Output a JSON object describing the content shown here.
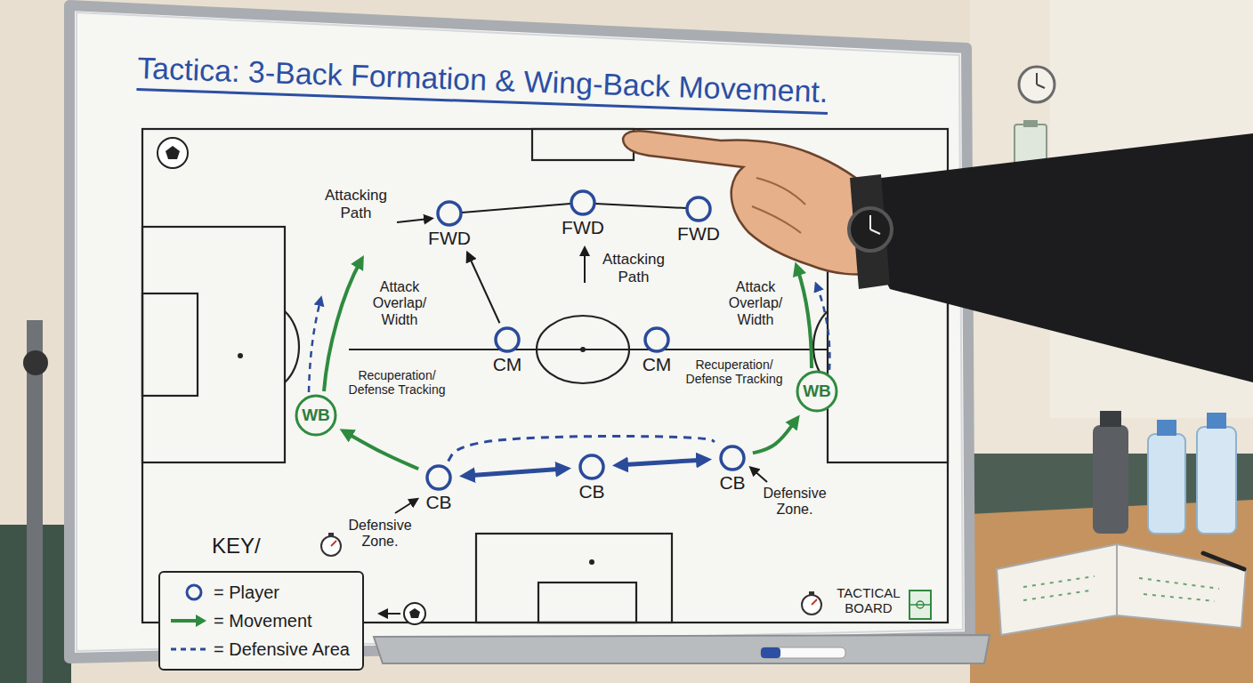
{
  "diagram": {
    "title": "Tactica: 3-Back Formation & Wing-Back Movement.",
    "nodes": [
      {
        "text": [
          "FWD"
        ]
      },
      {
        "text": [
          "FWD"
        ]
      },
      {
        "text": [
          "FWD"
        ]
      },
      {
        "text": [
          "CM"
        ]
      },
      {
        "text": [
          "CM"
        ]
      },
      {
        "text": [
          "WB"
        ]
      },
      {
        "text": [
          "WB"
        ]
      },
      {
        "text": [
          "CB"
        ]
      },
      {
        "text": [
          "CB"
        ]
      },
      {
        "text": [
          "CB"
        ]
      }
    ],
    "edges": [
      {
        "from": 7,
        "to": 8,
        "arrow": "both"
      },
      {
        "from": 8,
        "to": 9,
        "arrow": "both"
      },
      {
        "from": 3,
        "to": 0,
        "arrow": "to"
      },
      {
        "from": 7,
        "to": 5,
        "arrow": "to"
      },
      {
        "from": 9,
        "to": 6,
        "arrow": "to"
      },
      {
        "from": 7,
        "to": 9,
        "arrow": "none"
      }
    ],
    "labels": [
      "Attacking Path",
      "Attacking Path",
      "Attack Overlap/ Width",
      "Attack Overlap/ Width",
      "Recuperation/ Defense Tracking",
      "Recuperation/ Defense Tracking",
      "Defensive Zone.",
      "Defensive Zone.",
      "KEY/",
      "TACTICAL BOARD"
    ],
    "legend": [
      {
        "text": "= Player"
      },
      {
        "text": "= Movement"
      },
      {
        "text": "= Defensive Area"
      }
    ]
  }
}
